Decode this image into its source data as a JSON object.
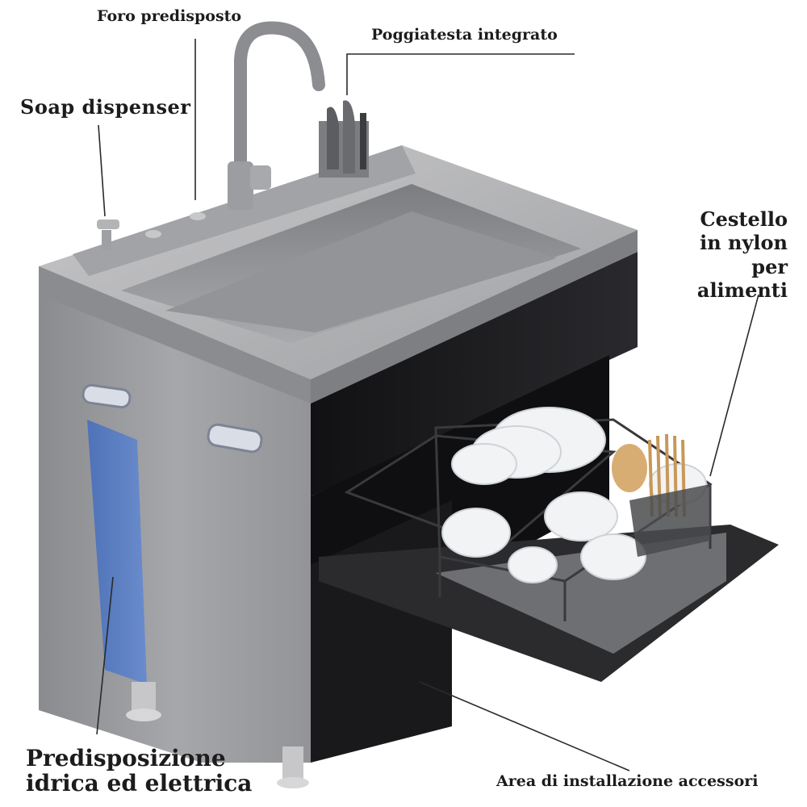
{
  "labels": {
    "foro": "Foro predisposto",
    "poggiatesta": "Poggiatesta integrato",
    "soap": "Soap dispenser",
    "cestello": "Cestello in nylon per alimenti",
    "predisposizione": "Predisposizione idrica ed elettrica",
    "area": "Area di installazione accessori"
  },
  "brand_text": "",
  "colors": {
    "steel_light": "#b9b9bb",
    "steel_mid": "#8f9092",
    "steel_dark": "#6c6d70",
    "panel_black": "#1a1a1c",
    "blue_panel": "#5b7fc4",
    "text": "#1c1c1c"
  }
}
